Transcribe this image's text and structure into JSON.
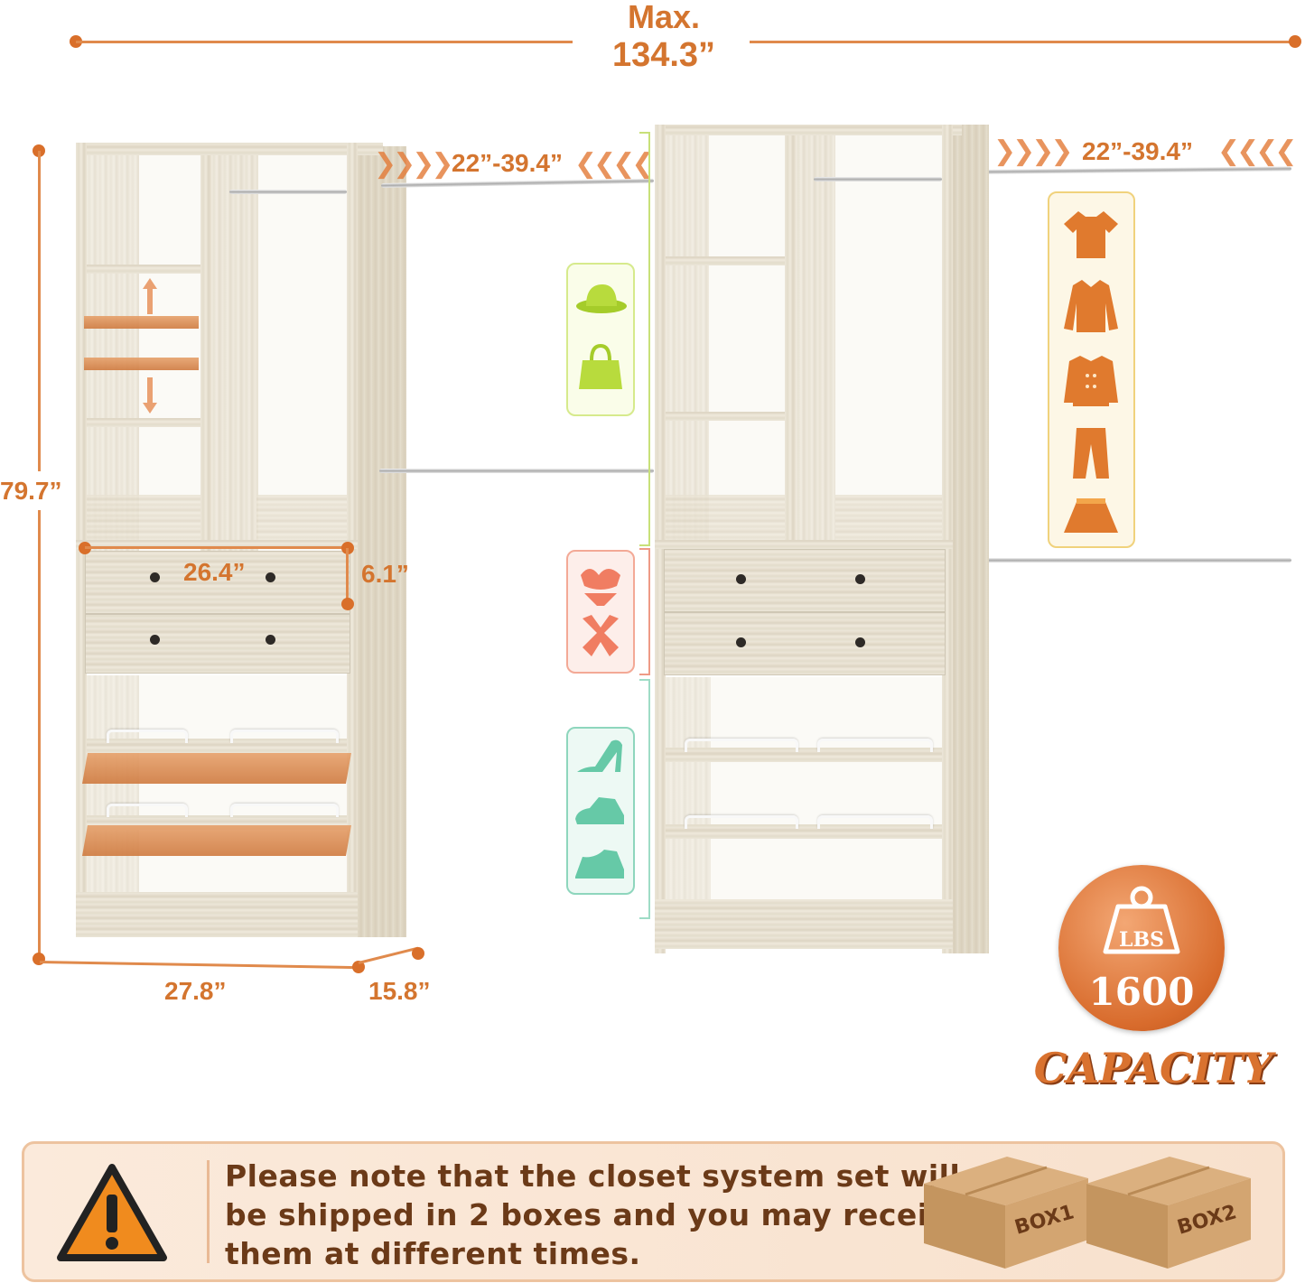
{
  "dimensions": {
    "max_label": "Max.",
    "max_value": "134.3”",
    "height": "79.7”",
    "width": "27.8”",
    "depth": "15.8”",
    "drawer_width": "26.4”",
    "drawer_height": "6.1”",
    "rod_range_left": "22”-39.4”",
    "rod_range_right": "22”-39.4”"
  },
  "capacity": {
    "unit": "LBS",
    "value": "1600",
    "label": "CAPACITY"
  },
  "notice": {
    "text_line1": "Please note that the closet system set will",
    "text_line2": "be shipped in 2 boxes and you may receive",
    "text_line3": "them at different times.",
    "box1": "BOX1",
    "box2": "BOX2"
  },
  "icons": {
    "hanging": [
      "tshirt-icon",
      "shirt-icon",
      "jacket-icon",
      "pants-icon",
      "skirt-icon"
    ],
    "accessories": [
      "hat-icon",
      "handbag-icon"
    ],
    "underwear": [
      "bra-icon",
      "socks-icon"
    ],
    "shoes": [
      "heel-icon",
      "dress-shoe-icon",
      "sneaker-icon"
    ]
  },
  "colors": {
    "accent": "#d4752f",
    "accessories": "#b7db4a",
    "underwear": "#f07d62",
    "shoes": "#66c9a7",
    "hanging": "#e07a2e"
  }
}
